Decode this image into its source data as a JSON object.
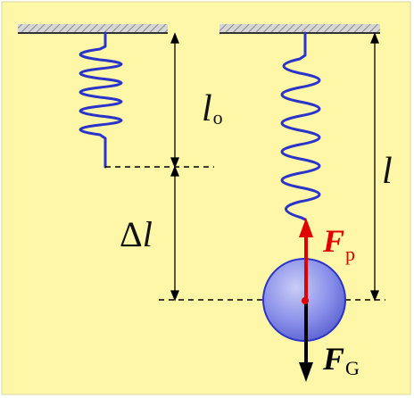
{
  "colors": {
    "background": "#FFF7A8",
    "ceiling": "#7a7a7a",
    "spring": "#2a34c8",
    "ball": "#7f86e6",
    "force_up": "#e00000",
    "force_down": "#000000",
    "dims": "#000000"
  },
  "labels": {
    "l0_symbol": "l",
    "l0_sub": "o",
    "delta_symbol": "Δ",
    "delta_l": "l",
    "l_symbol": "l",
    "fp_symbol": "F",
    "fp_sub": "p",
    "fg_symbol": "F",
    "fg_sub": "G"
  }
}
